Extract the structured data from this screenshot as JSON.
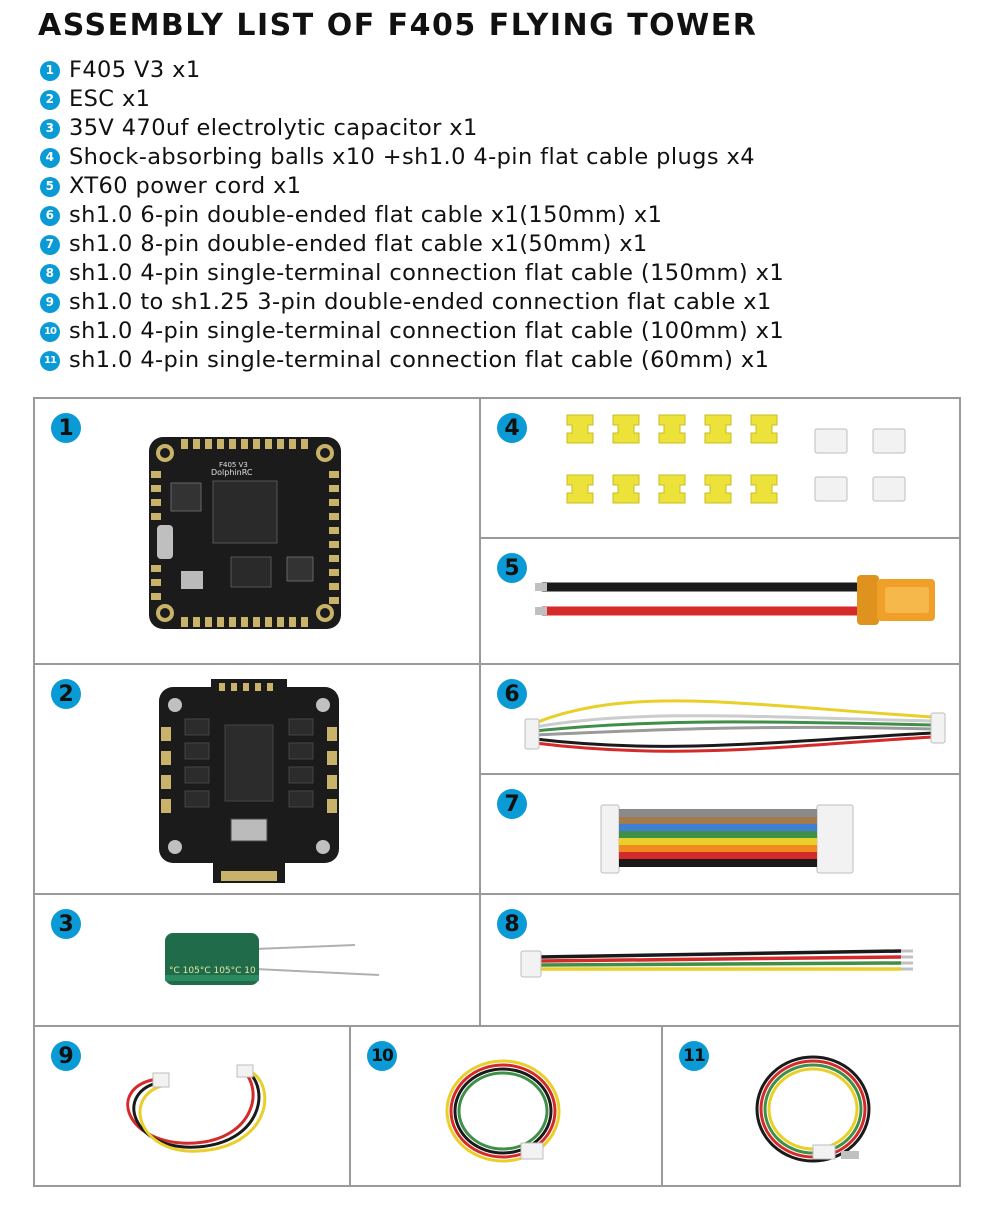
{
  "title": "ASSEMBLY LIST OF F405 FLYING TOWER",
  "items": [
    {
      "n": "1",
      "text": "F405 V3 x1"
    },
    {
      "n": "2",
      "text": "ESC x1"
    },
    {
      "n": "3",
      "text": "35V 470uf electrolytic capacitor x1"
    },
    {
      "n": "4",
      "text": "Shock-absorbing balls x10 +sh1.0 4-pin flat cable plugs x4"
    },
    {
      "n": "5",
      "text": "XT60 power cord x1"
    },
    {
      "n": "6",
      "text": "sh1.0 6-pin double-ended flat cable x1(150mm) x1"
    },
    {
      "n": "7",
      "text": "sh1.0 8-pin double-ended flat cable x1(50mm) x1"
    },
    {
      "n": "8",
      "text": "sh1.0 4-pin single-terminal connection flat cable (150mm) x1"
    },
    {
      "n": "9",
      "text": "sh1.0 to sh1.25 3-pin double-ended connection flat cable x1"
    },
    {
      "n": "10",
      "text": "sh1.0 4-pin single-terminal connection flat cable (100mm) x1"
    },
    {
      "n": "11",
      "text": "sh1.0 4-pin single-terminal connection flat cable (60mm) x1"
    }
  ],
  "panels": [
    {
      "n": "1"
    },
    {
      "n": "2"
    },
    {
      "n": "3"
    },
    {
      "n": "4"
    },
    {
      "n": "5"
    },
    {
      "n": "6"
    },
    {
      "n": "7"
    },
    {
      "n": "8"
    },
    {
      "n": "9"
    },
    {
      "n": "10"
    },
    {
      "n": "11"
    }
  ],
  "board_text": {
    "brand": "DolphinRC",
    "model": "F405 V3",
    "capacitor": "°C 105°C 105°C 10"
  },
  "colors": {
    "badge": "#0a9bd6",
    "pcb": "#1b1b1b",
    "pad": "#c9b36a",
    "capacitor": "#1f6b4a",
    "damper": "#ece23a",
    "xt60": "#f0a028",
    "wire_red": "#d42a2a",
    "wire_black": "#1a1a1a",
    "wire_yellow": "#e8cf2a",
    "wire_green": "#3f8f4a",
    "wire_gray": "#9a9a9a"
  }
}
